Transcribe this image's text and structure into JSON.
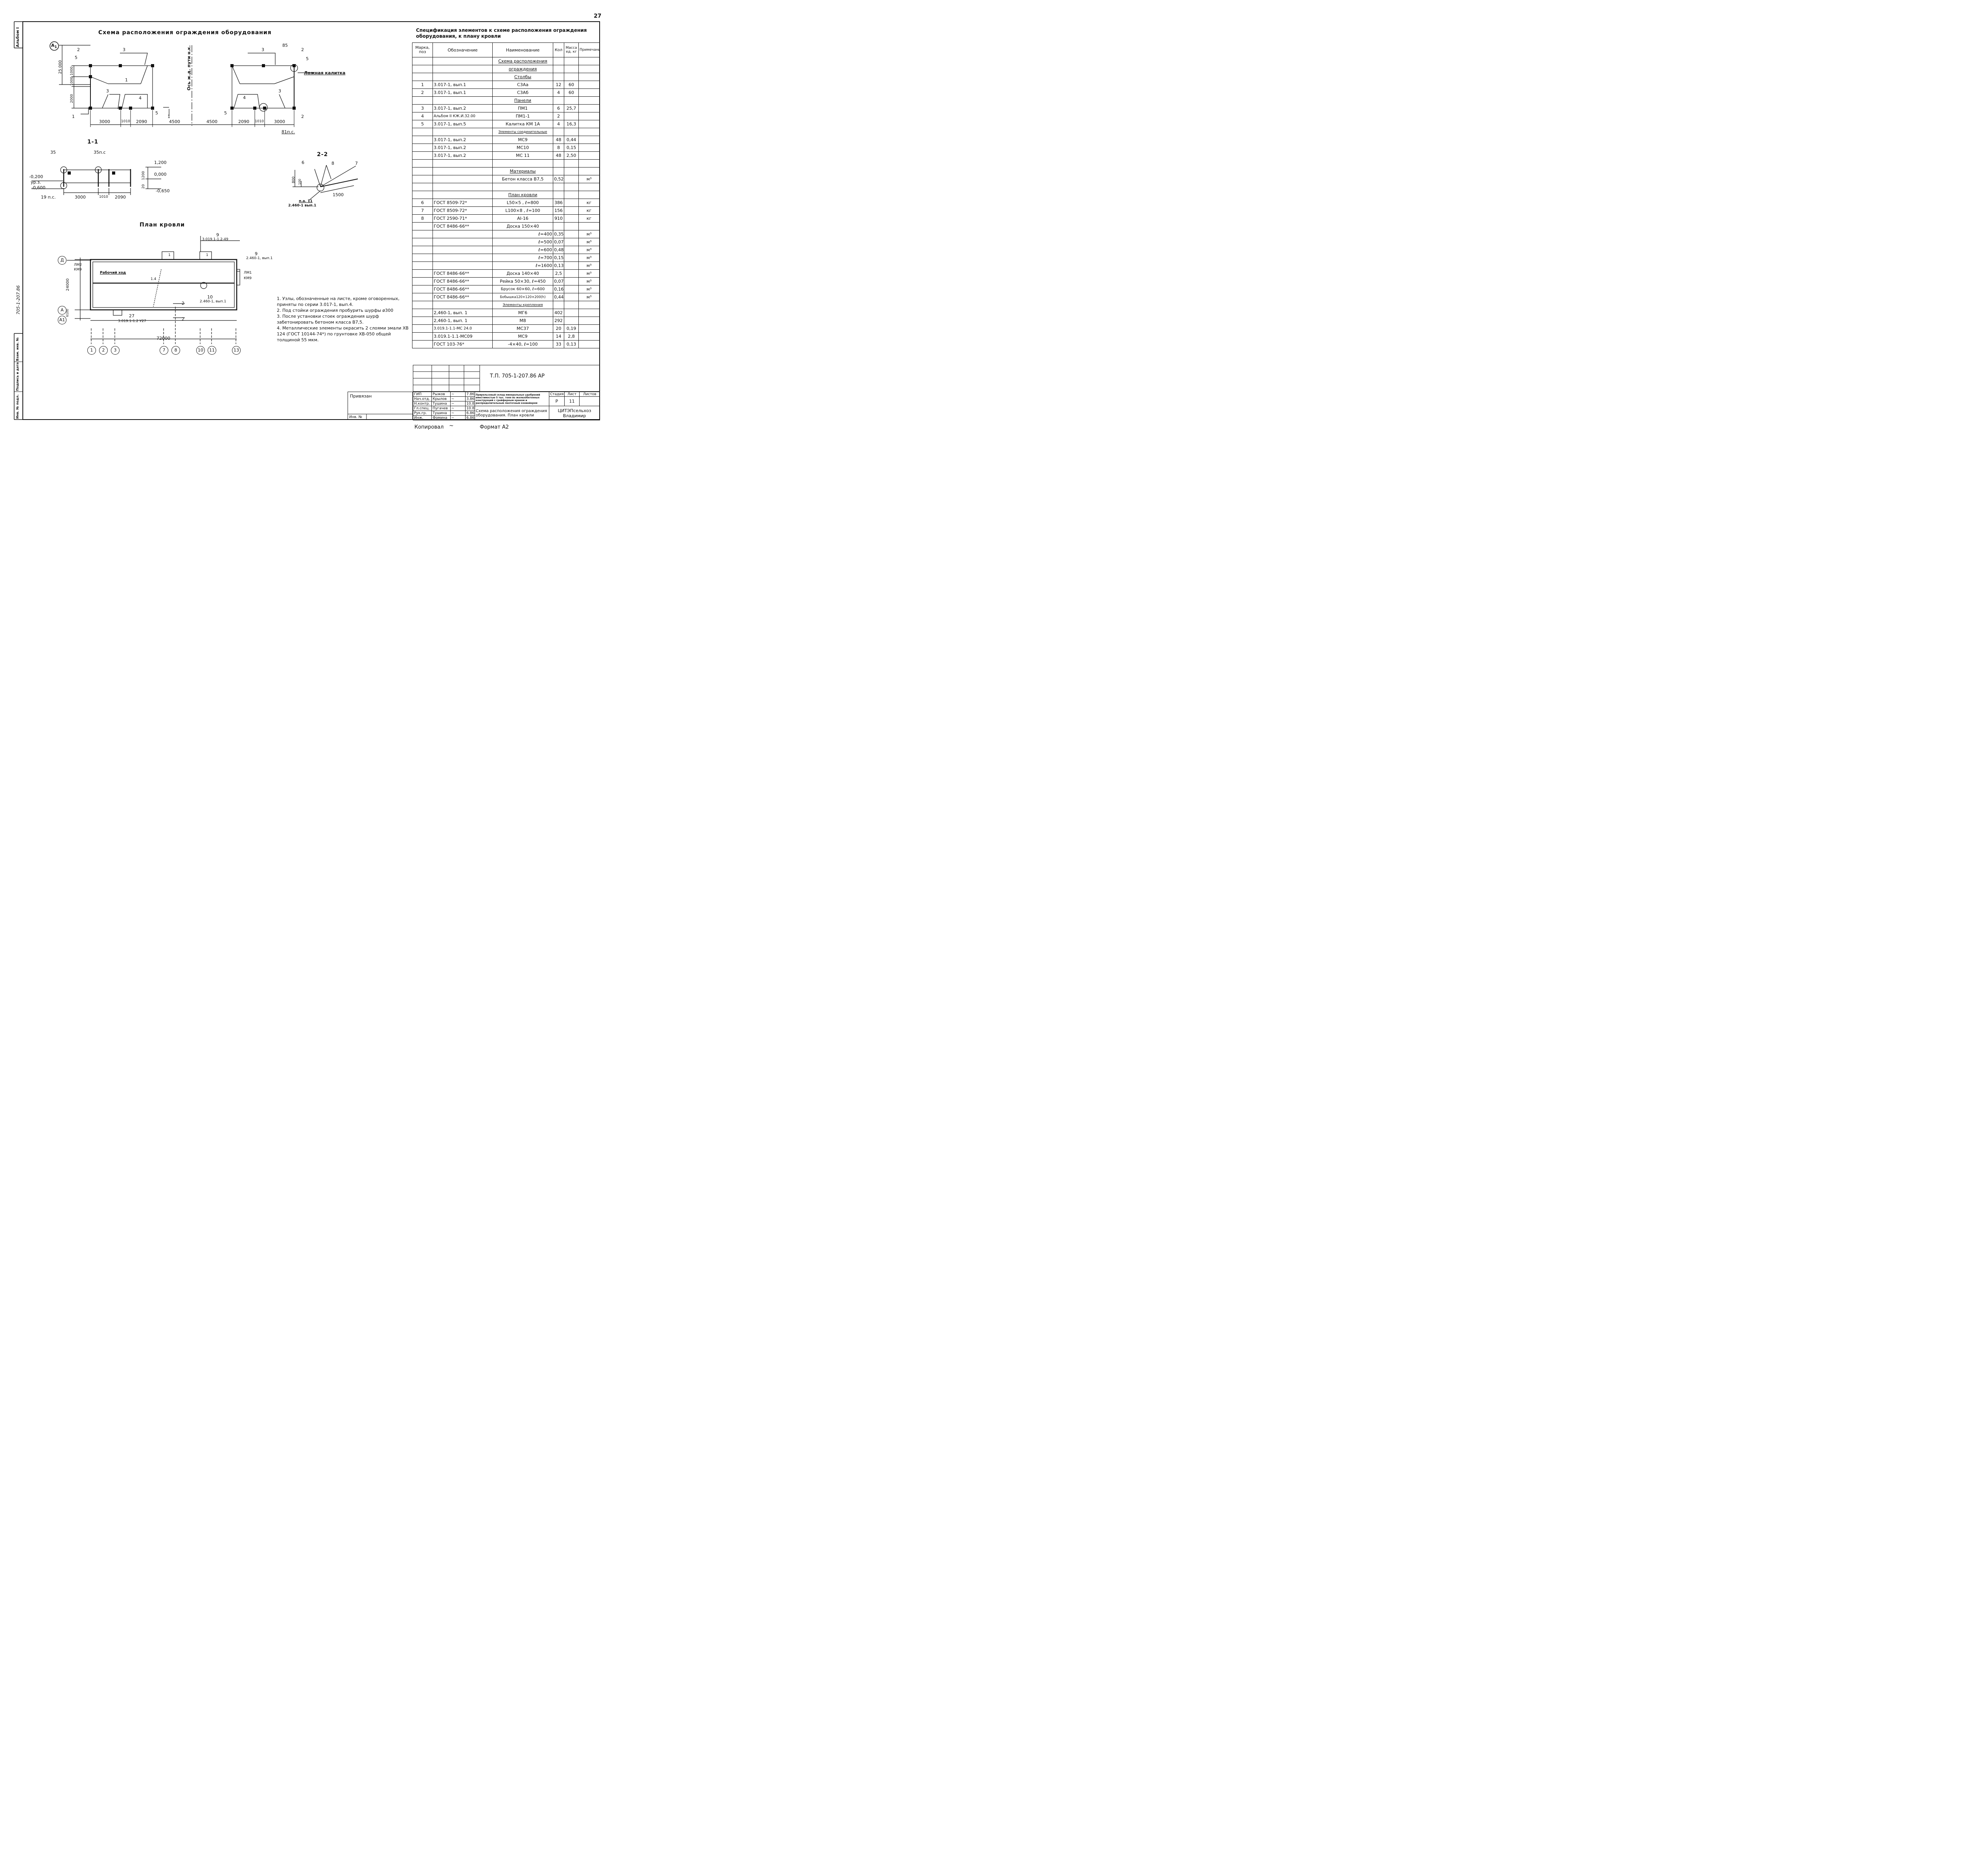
{
  "page_number": "27",
  "album_label": "Альбом I",
  "side_code": "705-1-207.86",
  "side_stamps": [
    "Инв. № подл.",
    "Подпись и дата",
    "Взам. инв. №"
  ],
  "scheme": {
    "title": "Схема расположения ограждения оборудования",
    "axis_label": "Ось ж.д. пути н.к.",
    "false_gate": "Ложная калитка",
    "pos_labels": [
      "1",
      "2",
      "3",
      "4",
      "5"
    ],
    "dims_left": [
      "3000",
      "1010",
      "2090",
      "4500"
    ],
    "dims_right": [
      "4500",
      "2090",
      "1010",
      "3000"
    ],
    "dims_vert": [
      "25 000",
      "1000",
      "1000",
      "2000"
    ],
    "callouts": [
      "85",
      "81п.с."
    ],
    "section_markers": [
      "1",
      "1"
    ]
  },
  "section_1_1": {
    "title": "1-1",
    "callouts": [
      "35",
      "35п.с",
      "19 п.с."
    ],
    "levels": [
      "-0,200",
      "ур.з.",
      "-0,600",
      "1,200",
      "0,000",
      "-0,650"
    ],
    "dims": [
      "3000",
      "1010",
      "2090",
      "1200",
      "20"
    ]
  },
  "section_2_2": {
    "title": "2-2",
    "pos": [
      "6",
      "8",
      "7"
    ],
    "dims": [
      "800",
      "100",
      "1500"
    ],
    "ref": [
      "п.а. 11",
      "2.460-1 вып.1"
    ]
  },
  "roof_plan": {
    "title": "План кровли",
    "labels": [
      "Рабочий ход",
      "ЛМ2",
      "КМ9",
      "ЛМ1",
      "КМ9",
      "1.4",
      "1",
      "1"
    ],
    "callouts": [
      {
        "pos": "9",
        "ref": "3.019.1-1.2-49"
      },
      {
        "pos": "9",
        "ref": "2.460-1, вып.1"
      },
      {
        "pos": "10",
        "ref": "2.460-1, вып.1"
      },
      {
        "pos": "27",
        "ref": "3.019.1-1.2 У27"
      }
    ],
    "dims": [
      "24000",
      "6100",
      "72000"
    ],
    "axes_rows": [
      "Д",
      "А",
      "А1"
    ],
    "axes_cols": [
      "1",
      "2",
      "3",
      "7",
      "8",
      "10",
      "11",
      "13"
    ],
    "section_marks": [
      "2",
      "2"
    ]
  },
  "notes": [
    "1. Узлы, обозначенные на листе, кроме оговоренных, приняты по серии 3.017-1, вып.4.",
    "2. Под стойки ограждения пробурить шурфы ø300",
    "3. После установки стоек ограждения шурф забетонировать бетоном класса В7,5.",
    "4. Металлические элементы окрасить 2 слоями эмали ХВ 124 (ГОСТ 10144-74*) по грунтовке ХВ-050 общей толщиной 55 мкм."
  ],
  "spec": {
    "title": "Спецификация элементов к схеме расположения ограждения оборудования, к плану кровли",
    "headers": [
      "Марка, поз",
      "Обозначение",
      "Наименование",
      "Кол",
      "Масса ед. кг",
      "Примечание"
    ],
    "rows": [
      [
        "",
        "",
        "Схема расположения",
        "",
        "",
        ""
      ],
      [
        "",
        "",
        "ограждения",
        "",
        "",
        ""
      ],
      [
        "",
        "",
        "Столбы",
        "",
        "",
        ""
      ],
      [
        "1",
        "3.017-1, вып.1",
        "С3Аа",
        "12",
        "60",
        ""
      ],
      [
        "2",
        "3.017-1, вып.1",
        "С3Аб",
        "4",
        "60",
        ""
      ],
      [
        "",
        "",
        "Панели",
        "",
        "",
        ""
      ],
      [
        "3",
        "3.017-1, вып.2",
        "ПМ1",
        "6",
        "25,7",
        ""
      ],
      [
        "4",
        "Альбом II  КЖ.И.32.00",
        "ПМ1-1",
        "2",
        "",
        ""
      ],
      [
        "5",
        "3.017-1, вып.5",
        "Калитка КМ 1А",
        "4",
        "16,3",
        ""
      ],
      [
        "",
        "",
        "Элементы соединительные",
        "",
        "",
        ""
      ],
      [
        "",
        "3.017-1, вып.2",
        "МС9",
        "48",
        "0,44",
        ""
      ],
      [
        "",
        "3.017-1, вып.2",
        "МС10",
        "8",
        "0,15",
        ""
      ],
      [
        "",
        "3.017-1, вып.2",
        "МС 11",
        "48",
        "2,50",
        ""
      ],
      [
        "",
        "",
        "",
        "",
        "",
        ""
      ],
      [
        "",
        "",
        "Материалы",
        "",
        "",
        ""
      ],
      [
        "",
        "",
        "Бетон класса В7,5",
        "0,52",
        "",
        "м³"
      ],
      [
        "",
        "",
        "",
        "",
        "",
        ""
      ],
      [
        "",
        "",
        "План кровли",
        "",
        "",
        ""
      ],
      [
        "6",
        "ГОСТ 8509-72*",
        "L50×5 , ℓ=800",
        "386",
        "",
        "кг"
      ],
      [
        "7",
        "ГОСТ 8509-72*",
        "L100×8 , ℓ=100",
        "156",
        "",
        "кг"
      ],
      [
        "8",
        "ГОСТ 2590-71*",
        "АI-16",
        "910",
        "",
        "кг"
      ],
      [
        "",
        "ГОСТ 8486-66**",
        "Доска 150×40",
        "",
        "",
        ""
      ],
      [
        "",
        "",
        "ℓ=400",
        "0,35",
        "",
        "м³"
      ],
      [
        "",
        "",
        "ℓ=500",
        "0,07",
        "",
        "м³"
      ],
      [
        "",
        "",
        "ℓ=600",
        "0,48",
        "",
        "м³"
      ],
      [
        "",
        "",
        "ℓ=700",
        "0,15",
        "",
        "м³"
      ],
      [
        "",
        "",
        "ℓ=1600",
        "0,13",
        "",
        "м³"
      ],
      [
        "",
        "ГОСТ 8486-66**",
        "Доска 140×40",
        "2,5",
        "",
        "м³"
      ],
      [
        "",
        "ГОСТ 8486-66**",
        "Рейка 50×30, ℓ=450",
        "0,07",
        "",
        "м³"
      ],
      [
        "",
        "ГОСТ 8486-66**",
        "Брусок 60×60, ℓ=600",
        "0,16",
        "",
        "м³"
      ],
      [
        "",
        "ГОСТ 8486-66**",
        "Бобышка120×120×200(h)",
        "0,44",
        "",
        "м³"
      ],
      [
        "",
        "",
        "Элементы крепления",
        "",
        "",
        ""
      ],
      [
        "",
        "2,460-1, вып. 1",
        "МГ6",
        "402",
        "",
        ""
      ],
      [
        "",
        "2,460-1, вып. 1",
        "М8",
        "292",
        "",
        ""
      ],
      [
        "",
        "3.019.1-1.1-МС 24.0",
        "МС37",
        "20",
        "0,19",
        ""
      ],
      [
        "",
        "3.019.1-1.1-МС09",
        "МС9",
        "14",
        "2,8",
        ""
      ],
      [
        "",
        "ГОСТ 103-76*",
        "-4×40, ℓ=100",
        "33",
        "0,13",
        ""
      ]
    ]
  },
  "title_block": {
    "doc_code": "Т.П. 705-1-207.86  АР",
    "attached": "Привязан",
    "inv": "Инв. №",
    "roles": [
      {
        "role": "ГИП",
        "name": "Рыжов",
        "date": "7.86"
      },
      {
        "role": "Нач.отд.",
        "name": "Крылов",
        "date": "3.86"
      },
      {
        "role": "Н.контр.",
        "name": "Тушина",
        "date": "10.86"
      },
      {
        "role": "Гл.спец.",
        "name": "Пугачев",
        "date": "10.86"
      },
      {
        "role": "Рук.гр.",
        "name": "Тушина",
        "date": "6.86"
      },
      {
        "role": "Инж.",
        "name": "Фомина",
        "date": "6.86"
      }
    ],
    "project_name": "Прирельсовый склад минеральных удобрений вместимостью 5 тыс. тонн из железобетонных конструкций с грейферным краном и распределительным ленточным конвейером",
    "sheet_title": "Схема расположения ограждения оборудования. План кровли",
    "stage_label": "Стадия",
    "sheet_label": "Лист",
    "sheets_label": "Листов",
    "stage": "Р",
    "sheet": "11",
    "org": "ЦИТЭПсельхоз Владимир",
    "copied": "Копировал",
    "format": "Формат А2"
  }
}
